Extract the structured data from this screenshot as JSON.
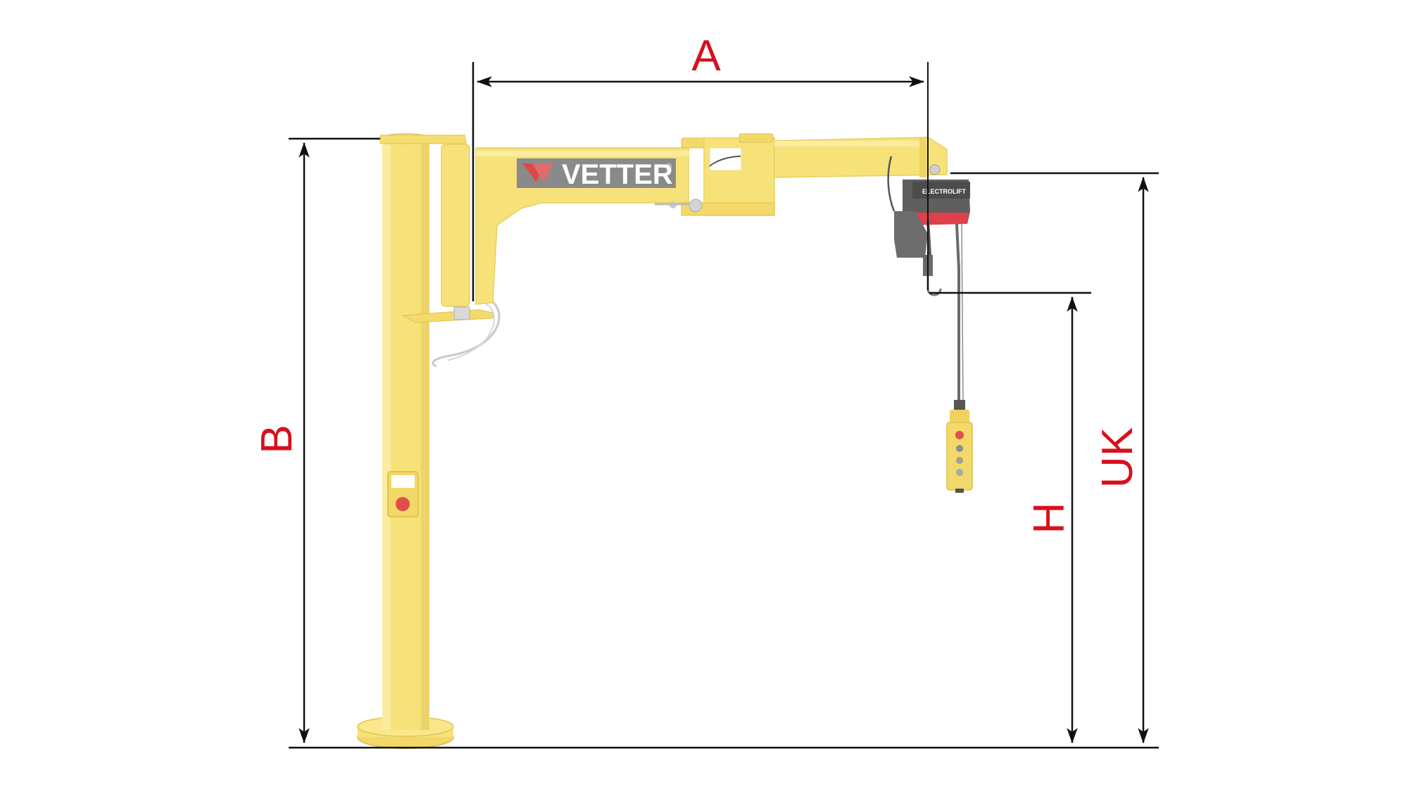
{
  "dimensions": {
    "a": "A",
    "b": "B",
    "h": "H",
    "uk": "UK"
  },
  "branding": {
    "logo": "VETTER",
    "registered_mark": "®",
    "hoist_label": "ELECTROLIFT"
  },
  "colors": {
    "crane_yellow": "#f7e27a",
    "crane_yellow_dark": "#e8c95a",
    "label_red": "#d8101b",
    "line_black": "#111111",
    "hoist_gray": "#6f6f6f",
    "hoist_red": "#e0404a"
  },
  "icons": {
    "emergency_stop": "emergency-stop-icon",
    "pendant_buttons": "pendant-control-icon"
  }
}
